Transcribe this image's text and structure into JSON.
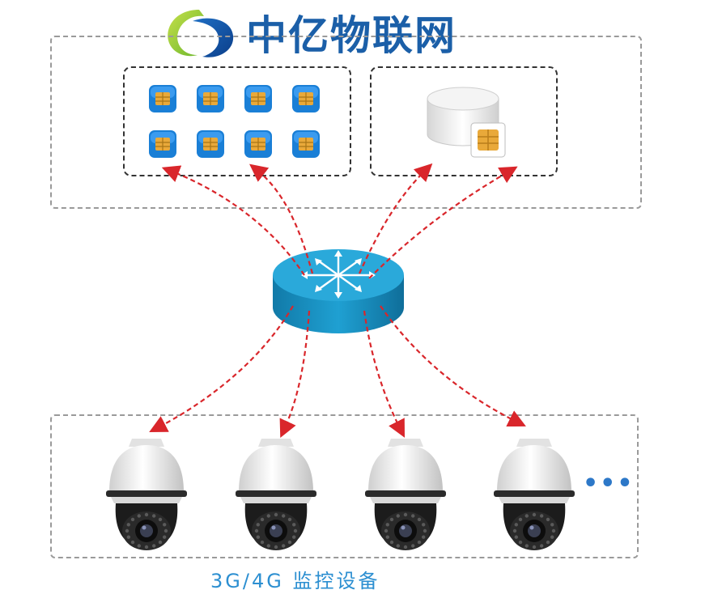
{
  "brand": {
    "name": "中亿物联网",
    "logo_icon": "swirl-logo-icon"
  },
  "caption": "3G/4G 监控设备",
  "more_indicator": "•••",
  "icons": {
    "sim_card": "sim-card-icon",
    "database": "database-icon",
    "router": "router-icon",
    "camera": "dome-camera-icon"
  },
  "colors": {
    "brand": "#1b5fa8",
    "caption": "#2c8fd1",
    "arrow": "#d9262b",
    "router": "#1a8bbf",
    "sim_tile": "#1a7fd6",
    "sim_chip": "#e9a93a"
  },
  "sim_card_count": 8,
  "camera_count": 4
}
